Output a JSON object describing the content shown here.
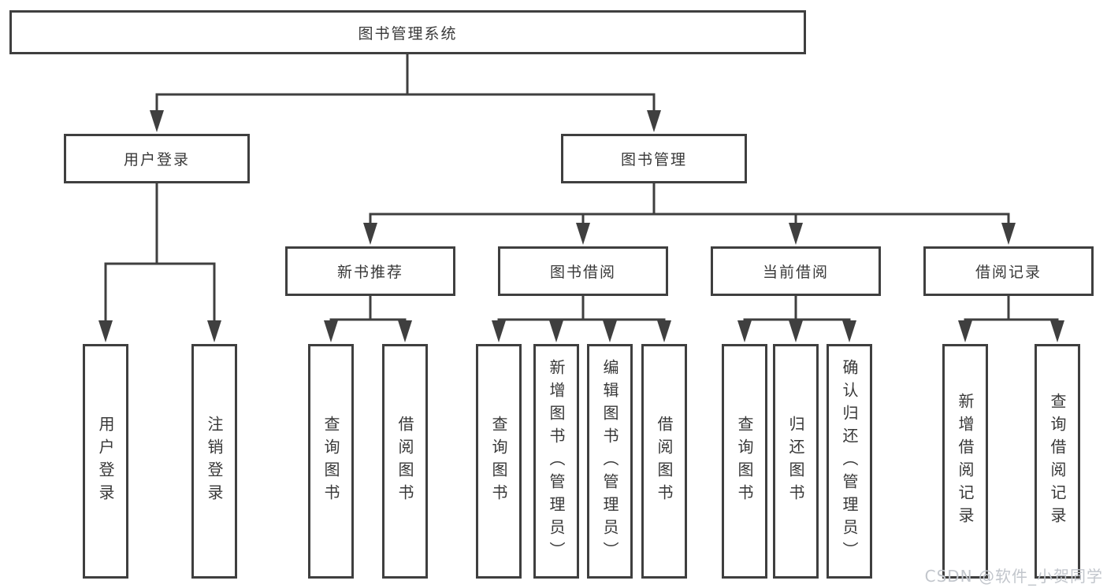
{
  "diagram_type": "hierarchy-tree",
  "tree": {
    "root": "图书管理系统",
    "children": [
      {
        "label": "用户登录",
        "children": [
          "用户登录",
          "注销登录"
        ]
      },
      {
        "label": "图书管理",
        "children": [
          {
            "label": "新书推荐",
            "children": [
              "查询图书",
              "借阅图书"
            ]
          },
          {
            "label": "图书借阅",
            "children": [
              "查询图书",
              "新增图书（管理员）",
              "编辑图书（管理员）",
              "借阅图书"
            ]
          },
          {
            "label": "当前借阅",
            "children": [
              "查询图书",
              "归还图书",
              "确认归还（管理员）"
            ]
          },
          {
            "label": "借阅记录",
            "children": [
              "新增借阅记录",
              "查询借阅记录"
            ]
          }
        ]
      }
    ]
  },
  "watermark": "CSDN @软件_小贺同学",
  "colors": {
    "line": "#3f3f3f",
    "text": "#383838",
    "box_fill": "#ffffff",
    "background": "#ffffff",
    "watermark": "#c2c6cc"
  }
}
